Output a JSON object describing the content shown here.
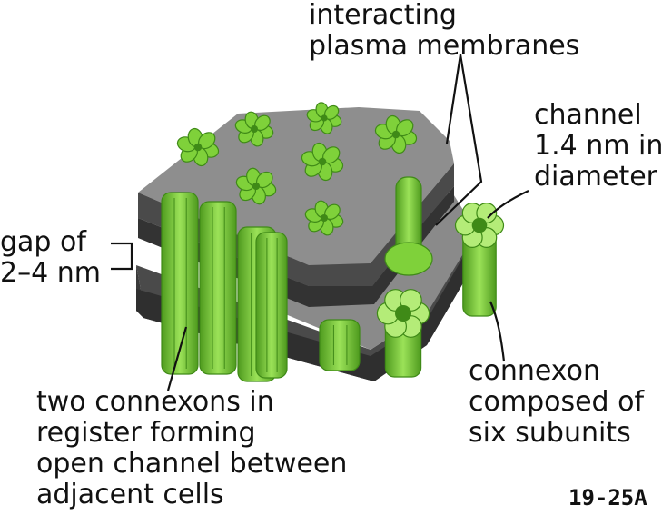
{
  "labels": {
    "membranes": [
      "interacting",
      "plasma membranes"
    ],
    "channel": [
      "channel",
      "1.4 nm in",
      "diameter"
    ],
    "gap": [
      "gap of",
      "2–4 nm"
    ],
    "connexon": [
      "connexon",
      "composed of",
      "six subunits"
    ],
    "connexons_register": [
      "two connexons in",
      "register forming",
      "open channel between",
      "adjacent cells"
    ]
  },
  "figure_number": "19-25A",
  "colors": {
    "membrane_top": "#8c8c8c",
    "membrane_side": "#4a4a4a",
    "connexon_green": "#7fd13a",
    "connexon_dark": "#3f8a17",
    "connexon_light": "#b4ec78"
  }
}
